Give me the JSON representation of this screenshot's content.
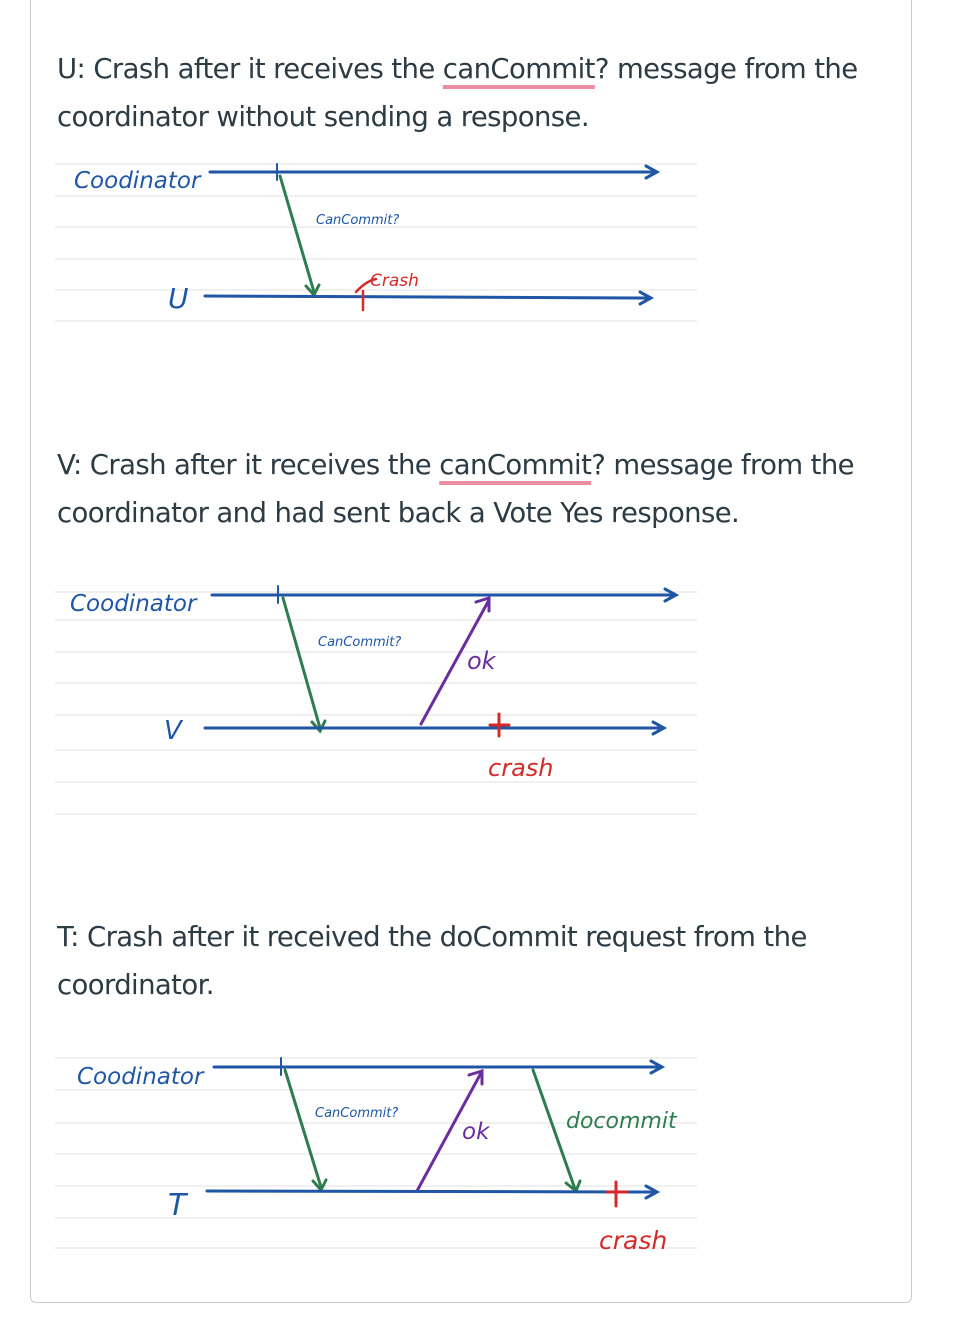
{
  "sections": [
    {
      "id": "u",
      "heading": {
        "before": "U: Crash after it receives the ",
        "highlight": "canCommit",
        "after": "? message from the coordinator without sending a response."
      },
      "diagram": {
        "coordinator_label": "Coodinator",
        "participant_label": "U",
        "labels": {
          "cancommit": "CanCommit?",
          "crash": "Crash"
        }
      }
    },
    {
      "id": "v",
      "heading": {
        "before": "V: Crash after it receives the ",
        "highlight": "canCommit",
        "after": "? message from the coordinator and had sent back a Vote Yes response."
      },
      "diagram": {
        "coordinator_label": "Coodinator",
        "participant_label": "V",
        "labels": {
          "cancommit": "CanCommit?",
          "ok": "ok",
          "crash": "crash"
        }
      }
    },
    {
      "id": "t",
      "heading": {
        "before": "T: Crash after it received the doCommit request from the coordinator.",
        "highlight": "",
        "after": ""
      },
      "diagram": {
        "coordinator_label": "Coodinator",
        "participant_label": "T",
        "labels": {
          "cancommit": "CanCommit?",
          "ok": "ok",
          "docommit": "docommit",
          "crash": "crash"
        }
      }
    }
  ],
  "colors": {
    "heading_text": "#2d3b45",
    "underline": "#ec8ea2",
    "timeline": "#1f56a5",
    "message_green": "#2f7d4f",
    "message_purple": "#6a2e9e",
    "crash_red": "#d52a2a",
    "ruled_line": "#e6e6e6",
    "card_border": "#c9ccd1"
  }
}
